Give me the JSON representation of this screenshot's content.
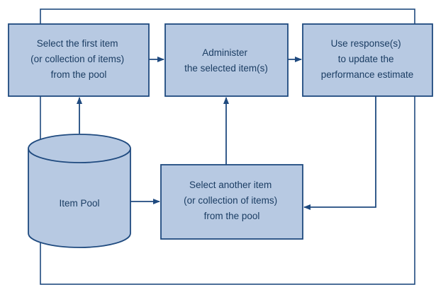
{
  "colors": {
    "box_fill": "#b7c9e2",
    "stroke": "#1f4a7f",
    "text": "#1b3d63"
  },
  "nodes": {
    "select_first": {
      "lines": [
        "Select the first item",
        "(or collection of items)",
        "from the pool"
      ]
    },
    "administer": {
      "lines": [
        "Administer",
        "the selected item(s)"
      ]
    },
    "update_estimate": {
      "lines": [
        "Use response(s)",
        "to update the",
        "performance estimate"
      ]
    },
    "item_pool": {
      "label": "Item Pool"
    },
    "select_another": {
      "lines": [
        "Select another item",
        "(or collection of items)",
        "from the pool"
      ]
    }
  }
}
